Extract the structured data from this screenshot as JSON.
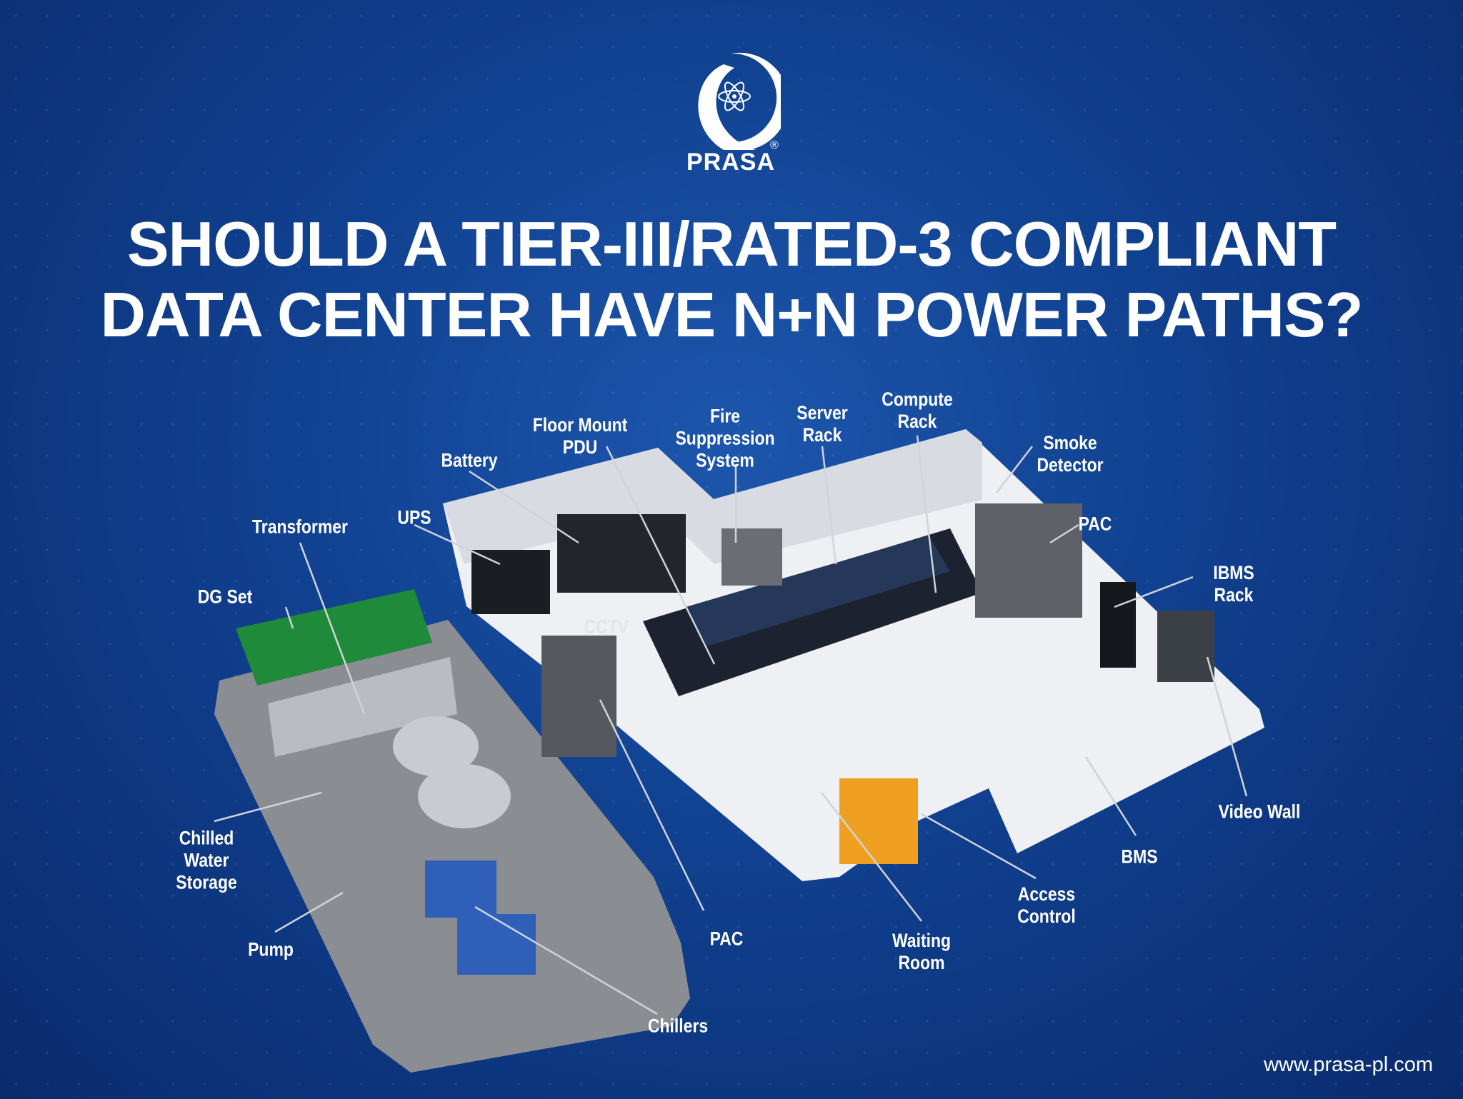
{
  "brand": {
    "name": "PRASA",
    "registered": "®"
  },
  "title": {
    "line1": "SHOULD A TIER-III/RATED-3 COMPLIANT",
    "line2": "DATA CENTER HAVE N+N POWER PATHS?"
  },
  "labels": {
    "floor_mount_pdu": "Floor Mount\nPDU",
    "fire_suppression": "Fire\nSuppression\nSystem",
    "server_rack": "Server\nRack",
    "compute_rack": "Compute\nRack",
    "battery": "Battery",
    "smoke_detector": "Smoke\nDetector",
    "ups": "UPS",
    "transformer": "Transformer",
    "pac_top": "PAC",
    "ibms_rack": "IBMS\nRack",
    "dg_set": "DG Set",
    "chilled_water_storage": "Chilled\nWater\nStorage",
    "pump": "Pump",
    "pac_bottom": "PAC",
    "waiting_room": "Waiting\nRoom",
    "access_control": "Access\nControl",
    "bms": "BMS",
    "video_wall": "Video Wall",
    "chillers": "Chillers",
    "cctv": "CCTV"
  },
  "website": "www.prasa-pl.com",
  "colors": {
    "background": "#12429a",
    "text": "#ffffff",
    "dg_set": "#1e8a3a",
    "door": "#f0a020"
  }
}
